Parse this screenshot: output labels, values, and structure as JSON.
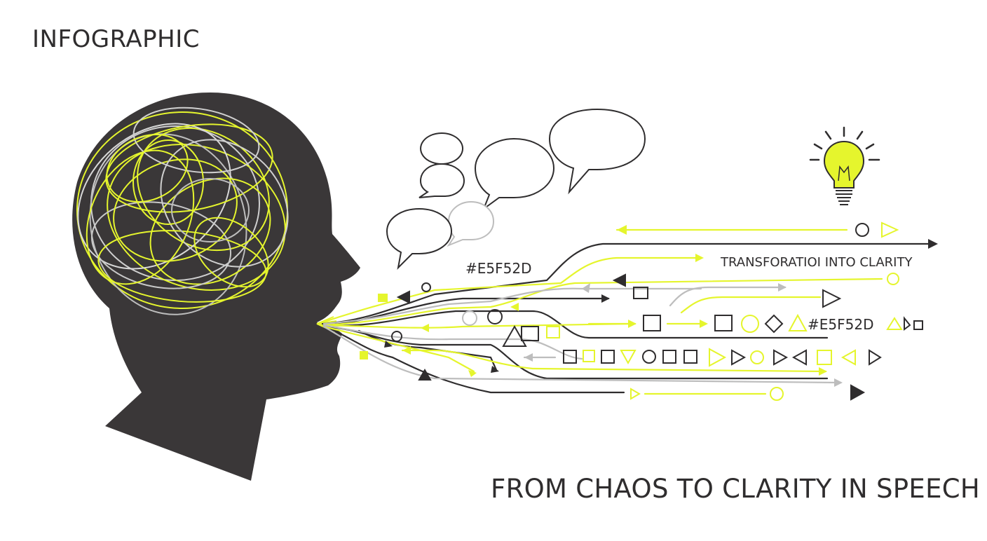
{
  "header": {
    "title": "INFOGRAPHIC"
  },
  "headline": "FROM CHAOS TO CLARITY IN SPEECH",
  "flow_labels": {
    "transformation": "TRANSFORATIOI INTO CLARITY",
    "hex_code_upper": "#E5F52D",
    "hex_code_lower": "#E5F52D"
  },
  "colors": {
    "accent_yellow": "#E5F52D",
    "dark": "#3a3738",
    "gray": "#bdbdbd",
    "background": "#ffffff"
  },
  "icons": {
    "head": "head-silhouette-icon",
    "tangle": "scribble-tangle-icon",
    "bulb": "lightbulb-icon",
    "bubbles": "speech-bubble-icon"
  }
}
